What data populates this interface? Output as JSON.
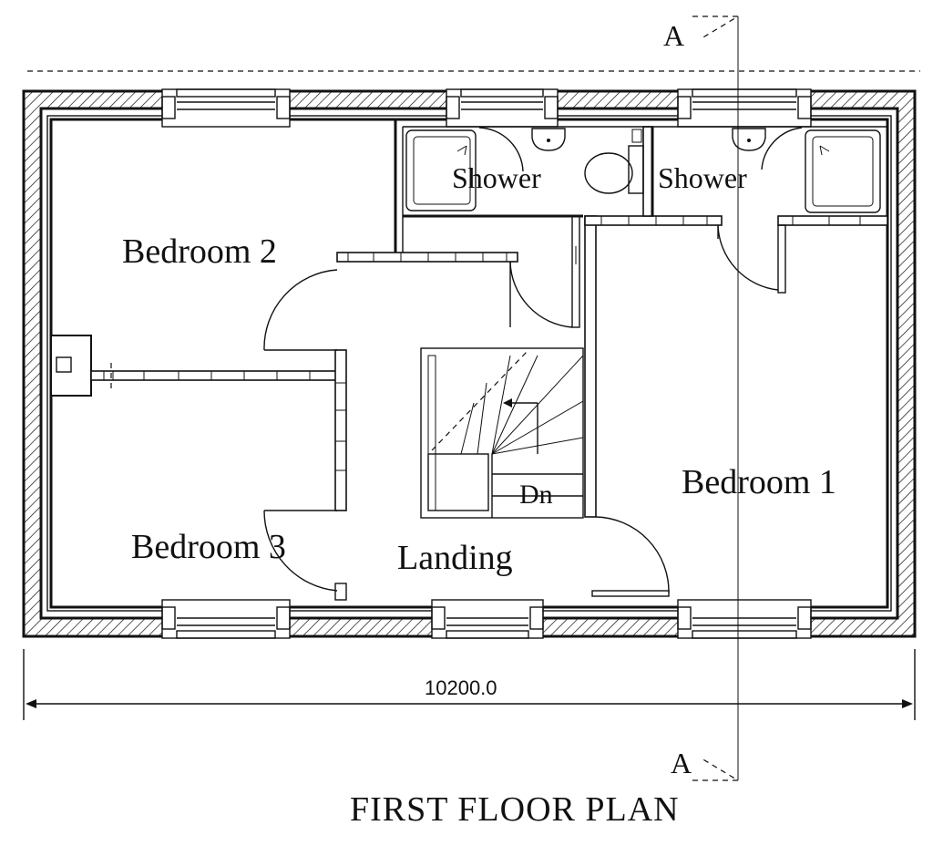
{
  "plan": {
    "title": "FIRST FLOOR PLAN",
    "dimension": "10200.0",
    "section_marker": "A"
  },
  "rooms": {
    "bedroom_1": "Bedroom 1",
    "bedroom_2": "Bedroom 2",
    "bedroom_3": "Bedroom 3",
    "landing": "Landing",
    "shower_left": "Shower",
    "shower_right": "Shower",
    "stairs_down": "Dn"
  }
}
